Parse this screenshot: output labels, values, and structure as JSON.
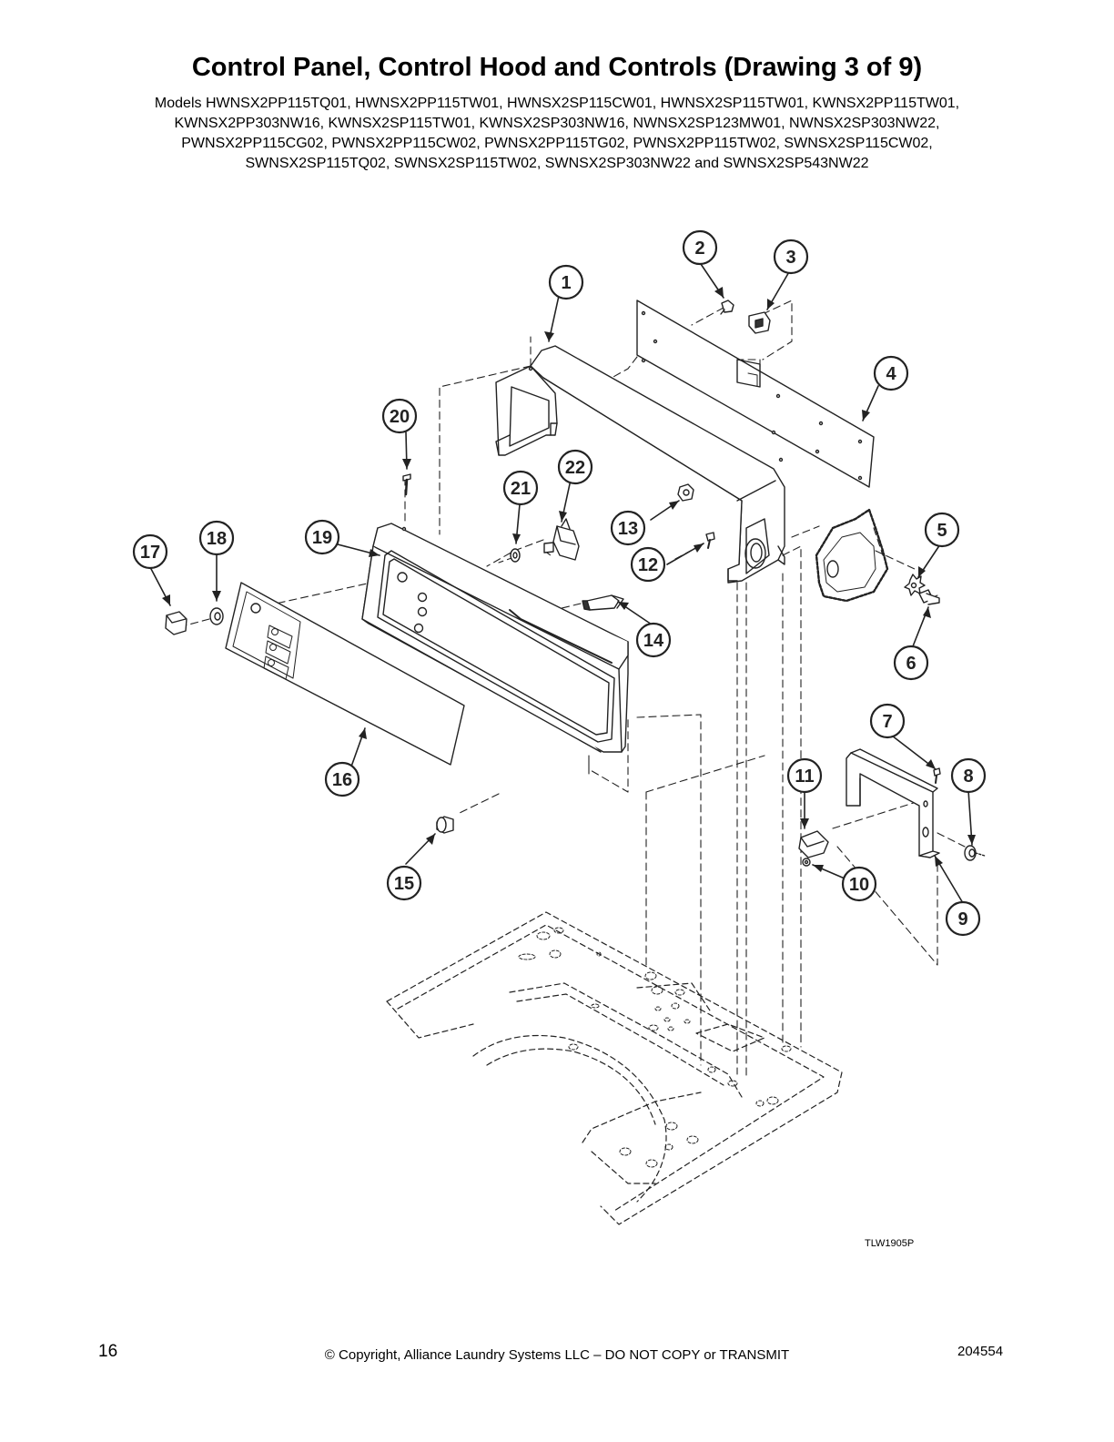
{
  "page": {
    "title": "Control Panel, Control Hood and Controls (Drawing 3 of 9)",
    "model_lines": [
      "Models HWNSX2PP115TQ01, HWNSX2PP115TW01, HWNSX2SP115CW01, HWNSX2SP115TW01, KWNSX2PP115TW01,",
      "KWNSX2PP303NW16, KWNSX2SP115TW01, KWNSX2SP303NW16, NWNSX2SP123MW01, NWNSX2SP303NW22,",
      "PWNSX2PP115CG02, PWNSX2PP115CW02, PWNSX2PP115TG02, PWNSX2PP115TW02, SWNSX2SP115CW02,",
      "SWNSX2SP115TQ02, SWNSX2SP115TW02, SWNSX2SP303NW22 and SWNSX2SP543NW22"
    ],
    "drawing_code": "TLW1905P",
    "page_number": "16",
    "copyright": "© Copyright, Alliance Laundry Systems LLC – DO NOT COPY or TRANSMIT",
    "document_number": "204554"
  },
  "callouts": [
    "1",
    "2",
    "3",
    "4",
    "5",
    "6",
    "7",
    "8",
    "9",
    "10",
    "11",
    "12",
    "13",
    "14",
    "15",
    "16",
    "17",
    "18",
    "19",
    "20",
    "21",
    "22"
  ],
  "colors": {
    "ink": "#222222",
    "callout_fill": "#ffffff",
    "part_fill": "#ffffff",
    "dark_part": "#333333"
  }
}
